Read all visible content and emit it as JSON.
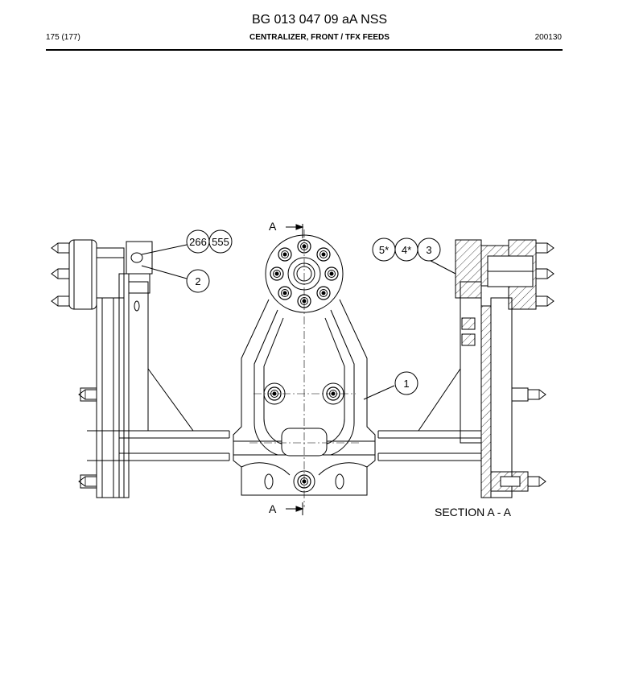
{
  "header": {
    "doc_number": "BG 013 047 09 aA NSS",
    "page": "175 (177)",
    "title": "CENTRALIZER, FRONT / TFX FEEDS",
    "date_code": "200130"
  },
  "drawing": {
    "section_marker": "A",
    "section_caption": "SECTION A - A",
    "callouts": [
      "266",
      "555",
      "2",
      "1",
      "5*",
      "4*",
      "3"
    ]
  }
}
